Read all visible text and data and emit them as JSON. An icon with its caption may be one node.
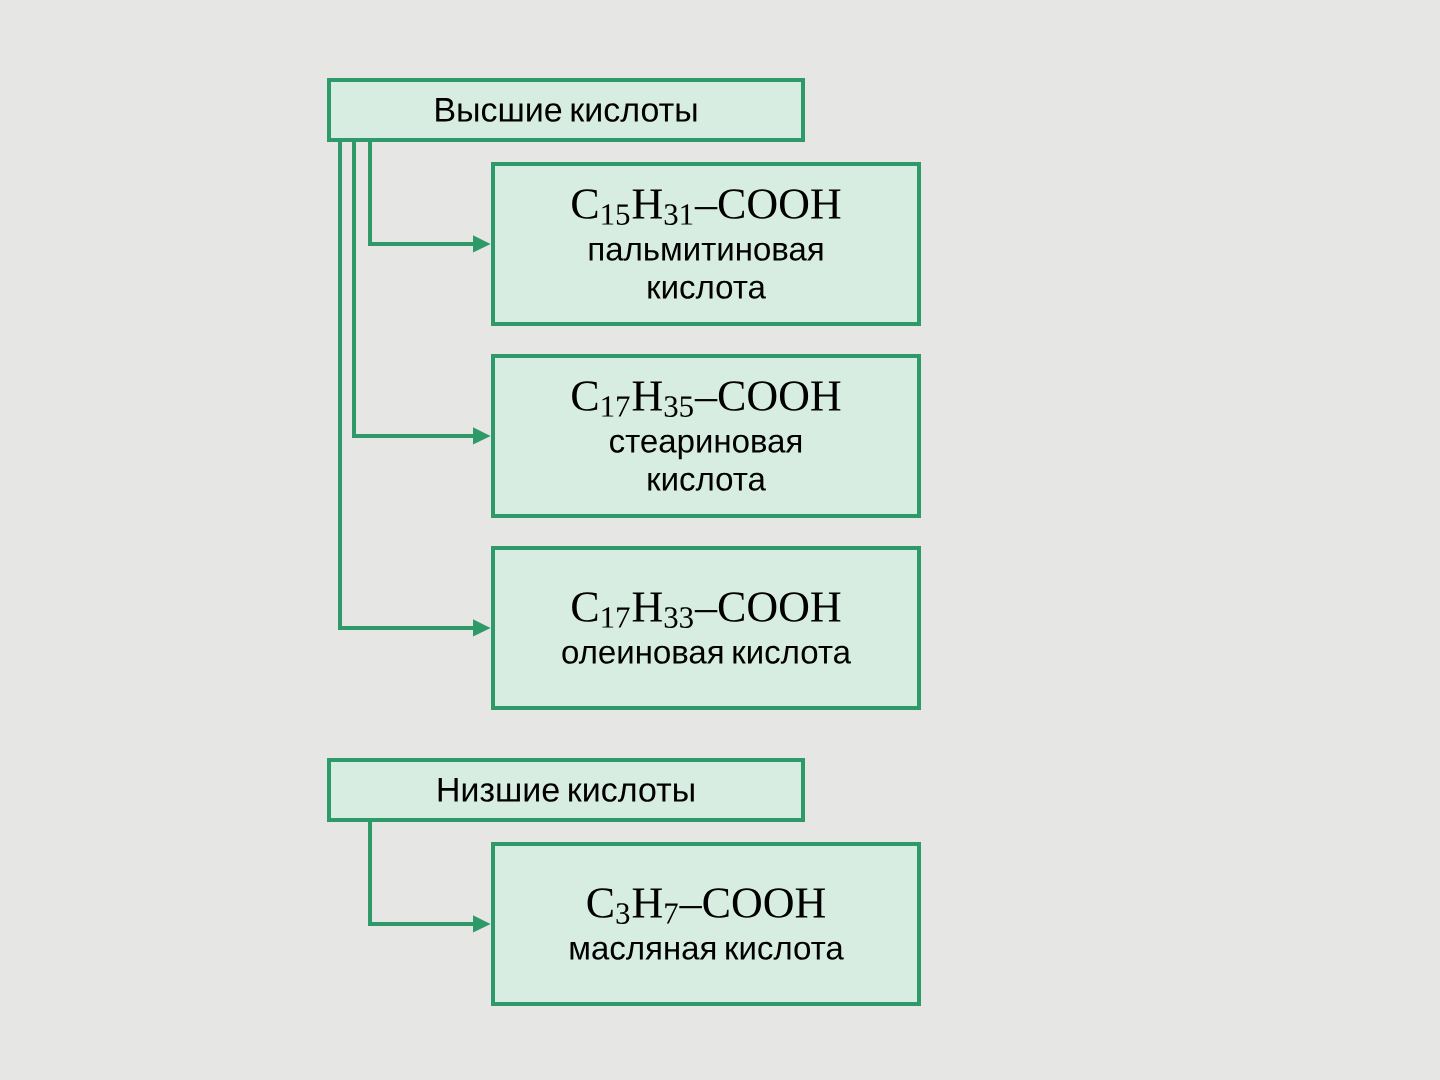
{
  "diagram": {
    "nodes": [
      {
        "text": [
          "Высшие кислоты"
        ]
      },
      {
        "text": [
          "C$_{15}$H$_{31}$–COOH",
          "пальмитиновая кислота"
        ]
      },
      {
        "text": [
          "C$_{17}$H$_{35}$–COOH",
          "стеариновая кислота"
        ]
      },
      {
        "text": [
          "C$_{17}$H$_{33}$–COOH",
          "олеиновая кислота"
        ]
      },
      {
        "text": [
          "Низшие кислоты"
        ]
      },
      {
        "text": [
          "C$_{3}$H$_{7}$–COOH",
          "масляная кислота"
        ]
      }
    ],
    "edges": [
      {
        "from": 0,
        "to": 1,
        "arrow": "to"
      },
      {
        "from": 0,
        "to": 2,
        "arrow": "to"
      },
      {
        "from": 0,
        "to": 3,
        "arrow": "to"
      },
      {
        "from": 4,
        "to": 5,
        "arrow": "to"
      }
    ]
  }
}
